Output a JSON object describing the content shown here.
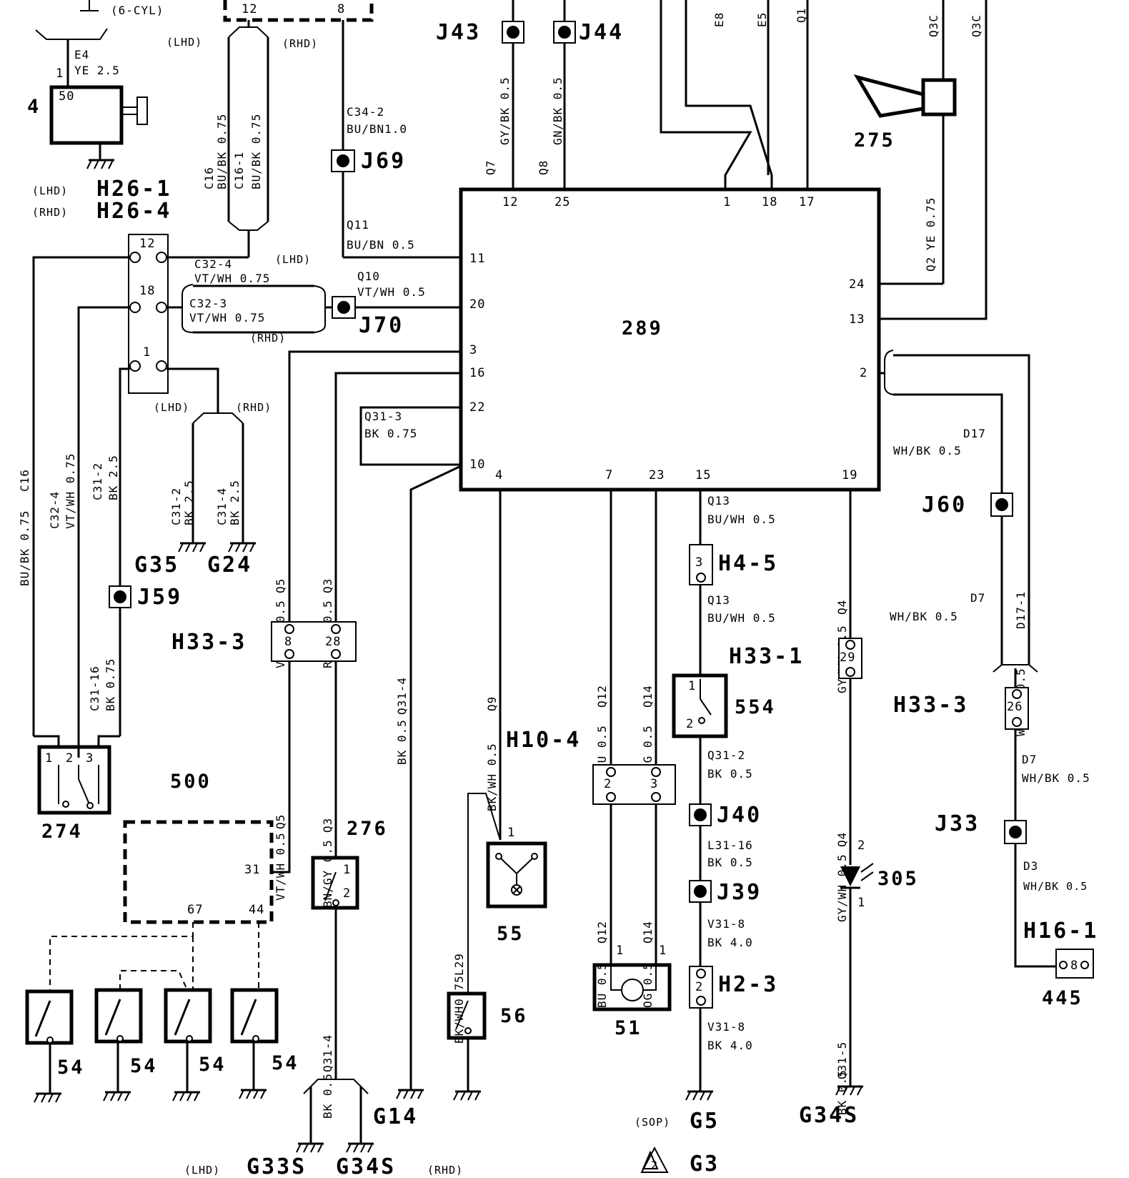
{
  "notes": {
    "six_cyl": "(6-CYL)",
    "lhd": "(LHD)",
    "rhd": "(RHD)",
    "sop": "(SOP)"
  },
  "components": {
    "c4": "4",
    "c289": "289",
    "c275": "275",
    "c274": "274",
    "c500": "500",
    "c276": "276",
    "c55": "55",
    "c56": "56",
    "c51": "51",
    "c554": "554",
    "c305": "305",
    "c445": "445",
    "c54": "54"
  },
  "splices": {
    "j43": "J43",
    "j44": "J44",
    "j69": "J69",
    "j70": "J70",
    "j59": "J59",
    "j60": "J60",
    "j40": "J40",
    "j39": "J39",
    "j33": "J33"
  },
  "connectors": {
    "h26_1": "H26-1",
    "h26_4": "H26-4",
    "h33_3": "H33-3",
    "h33_1": "H33-1",
    "h10_4": "H10-4",
    "h4_5": "H4-5",
    "h2_3": "H2-3",
    "h16_1": "H16-1"
  },
  "grounds": {
    "g35": "G35",
    "g24": "G24",
    "g14": "G14",
    "g5": "G5",
    "g3": "G3",
    "g34s": "G34S",
    "g33s": "G33S",
    "g34s_rhd": "G34S"
  },
  "wires": {
    "e4": "E4",
    "e4_col": "YE 2.5",
    "c16": "C16",
    "c16_col": "BU/BK 0.75",
    "c16_1": "C16-1",
    "c16_1_col": "BU/BK 0.75",
    "c34_2": "C34-2",
    "c34_2_col": "BU/BN1.0",
    "q11": "Q11",
    "q11_col": "BU/BN 0.5",
    "c32_4": "C32-4",
    "c32_4_col": "VT/WH 0.75",
    "c32_3": "C32-3",
    "c32_3_col": "VT/WH 0.75",
    "q10": "Q10",
    "q10_col": "VT/WH 0.5",
    "q31_3": "Q31-3",
    "q31_3_col": "BK 0.75",
    "q7": "Q7",
    "q7_col": "GY/BK 0.5",
    "q8": "Q8",
    "q8_col": "GN/BK 0.5",
    "e8": "E8",
    "e5": "E5",
    "q1": "Q1",
    "q3c": "Q3C",
    "q2": "Q2",
    "q2_col": "YE 0.75",
    "c16_left": "C16",
    "c16_left_col": "BU/BK 0.75",
    "c32_4_left": "C32-4",
    "c32_4_left_col": "VT/WH 0.75",
    "c31_2": "C31-2",
    "c31_2_col": "BK 2.5",
    "c31_2b": "C31-2",
    "c31_2b_col": "BK 2.5",
    "c31_4": "C31-4",
    "c31_4_col": "BK 2.5",
    "c31_16": "C31-16",
    "c31_16_col": "BK 0.75",
    "q5": "Q5",
    "q5_col": "VT/WH 0.5",
    "q3": "Q3",
    "q3_col": "RD/WH 0.5",
    "q3b": "Q3",
    "q3b_col": "BN/GY 0.5",
    "q31_4": "Q31-4",
    "q31_4_col": "BK 0.5",
    "q31_4b": "Q31-4",
    "q31_4b_col": "BK 0.5",
    "q9": "Q9",
    "q9_col": "BK/WH 0.5",
    "q12": "Q12",
    "q12_col": "BU 0.5",
    "q14": "Q14",
    "q14_col": "OG 0.5",
    "q13": "Q13",
    "q13_col": "BU/WH 0.5",
    "q13b": "Q13",
    "q13b_col": "BU/WH 0.5",
    "q4": "Q4",
    "q4_col": "GY/WH 0.5",
    "q4b": "Q4",
    "q4b_col": "GY/WH 0.5",
    "d17": "D17",
    "d17_col": "WH/BK 0.5",
    "d17_1": "D17-1",
    "d17_1_col": "WH/BK 0.5",
    "d7": "D7",
    "d7_col": "WH/BK 0.5",
    "d7b": "D7",
    "d7b_col": "WH/BK 0.5",
    "d3": "D3",
    "d3_col": "WH/BK 0.5",
    "q31_2": "Q31-2",
    "q31_2_col": "BK 0.5",
    "l31_16": "L31-16",
    "l31_16_col": "BK 0.5",
    "v31_8": "V31-8",
    "v31_8_col": "BK 4.0",
    "v31_8b": "V31-8",
    "v31_8b_col": "BK 4.0",
    "l29": "L29",
    "l29_col": "BK/WH0.75",
    "q31_5": "Q31-5",
    "q31_5_col": "BK 0.5"
  },
  "pins": {
    "p12": "12",
    "p25": "25",
    "p1": "1",
    "p18": "18",
    "p17": "17",
    "p11": "11",
    "p20": "20",
    "p3": "3",
    "p16": "16",
    "p22": "22",
    "p10": "10",
    "p4": "4",
    "p7": "7",
    "p23": "23",
    "p15": "15",
    "p19": "19",
    "p24": "24",
    "p13": "13",
    "p2": "2",
    "h26_12": "12",
    "h26_18": "18",
    "h26_1": "1",
    "top12": "12",
    "top8": "8",
    "c4_1": "1",
    "c4_50": "50",
    "h33_8": "8",
    "h33_28": "28",
    "s274_1": "1",
    "s274_2": "2",
    "s274_3": "3",
    "m31": "31",
    "m67": "67",
    "m44": "44",
    "s276_1": "1",
    "s276_2": "2",
    "h10_2": "2",
    "h10_3": "3",
    "l55_1": "1",
    "m51_1a": "1",
    "m51_1b": "1",
    "h45_3": "3",
    "s554_1": "1",
    "s554_2": "2",
    "h23_2": "2",
    "h331_29": "29",
    "d305_2": "2",
    "d305_1": "1",
    "h333_26": "26",
    "h161_8": "8",
    "tri2": "2"
  }
}
